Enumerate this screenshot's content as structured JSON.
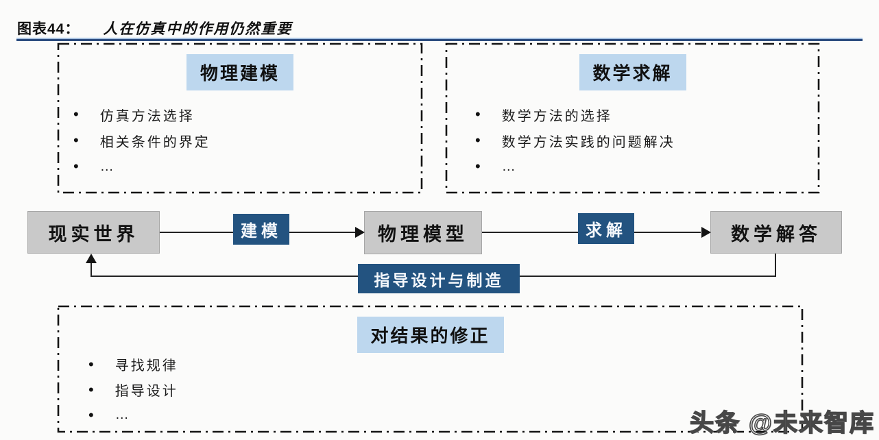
{
  "figure": {
    "label": "图表44：",
    "title": "人在仿真中的作用仍然重要"
  },
  "panels": {
    "physical_modeling": {
      "header": "物理建模",
      "bullets": [
        "仿真方法选择",
        "相关条件的界定",
        "…"
      ]
    },
    "math_solving": {
      "header": "数学求解",
      "bullets": [
        "数学方法的选择",
        "数学方法实践的问题解决",
        "…"
      ]
    },
    "result_correction": {
      "header": "对结果的修正",
      "bullets": [
        "寻找规律",
        "指导设计",
        "…"
      ]
    }
  },
  "flow": {
    "nodes": {
      "real_world": "现实世界",
      "physical_model": "物理模型",
      "math_solution": "数学解答"
    },
    "edges": {
      "modeling": "建模",
      "solving": "求解",
      "feedback": "指导设计与制造"
    }
  },
  "glyphs": {
    "bullet": "•"
  },
  "watermark": "头条 @未来智库",
  "colors": {
    "navy": "#235380",
    "light_blue": "#bdd7ee",
    "node_gray": "#c9c9c9",
    "rule_blue": "#2d4d80"
  }
}
